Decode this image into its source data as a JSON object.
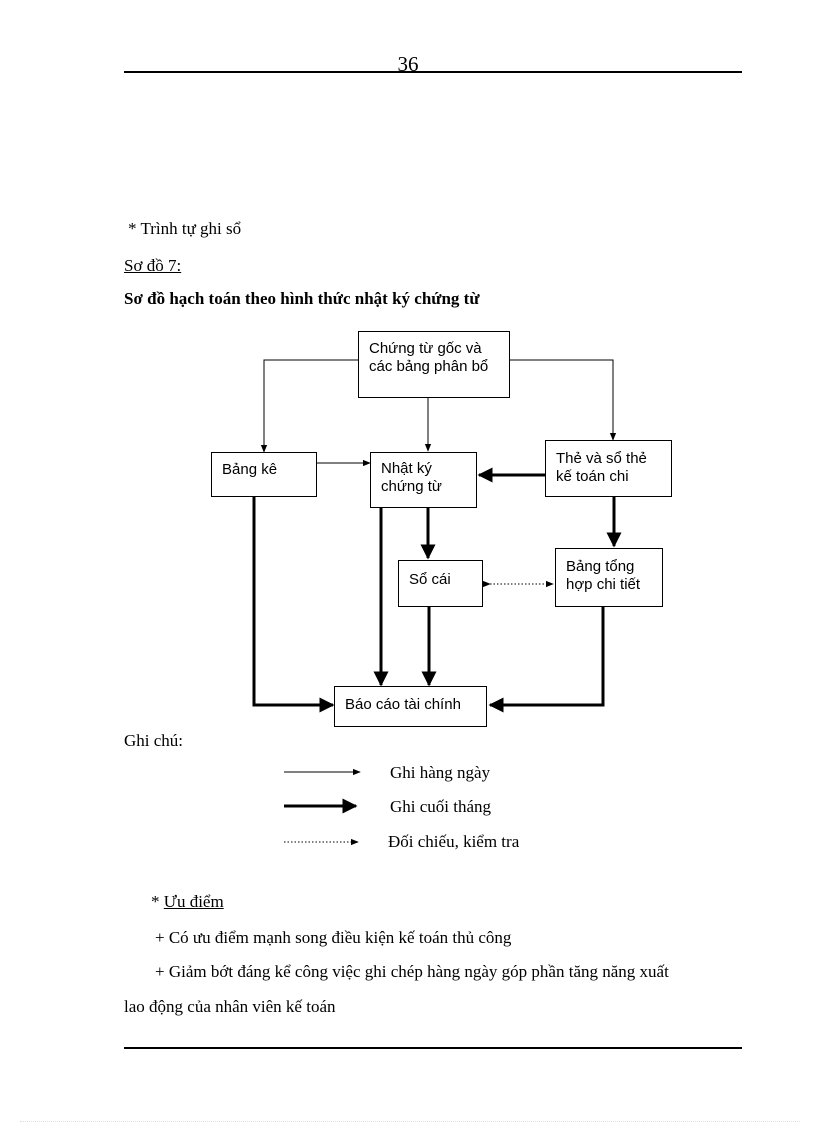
{
  "header": {
    "page_number": "36"
  },
  "intro": {
    "line1": "* Trình tự ghi sổ",
    "line2": "Sơ đồ 7:",
    "title": "Sơ đồ hạch toán theo hình thức nhật ký chứng từ"
  },
  "diagram": {
    "boxes": {
      "chung_tu_goc": [
        "Chứng từ gốc và",
        "các bảng phân bổ"
      ],
      "bang_ke": [
        "Bảng kê"
      ],
      "nhat_ky": [
        "Nhật ký",
        "chứng từ"
      ],
      "the_so": [
        "Thẻ và sổ thẻ",
        "kế toán chi"
      ],
      "so_cai": [
        "Sổ cái"
      ],
      "bang_tong_hop": [
        "Bảng tổng",
        "hợp chi tiết"
      ],
      "bao_cao": [
        "Báo cáo tài chính"
      ]
    }
  },
  "legend": {
    "title": "Ghi chú:",
    "items": [
      {
        "style": "thin",
        "label": "Ghi hàng ngày"
      },
      {
        "style": "thick",
        "label": "Ghi cuối tháng"
      },
      {
        "style": "dotted",
        "label": "Đối chiếu, kiểm tra"
      }
    ]
  },
  "body": {
    "heading_prefix": "* ",
    "heading": "Ưu điểm",
    "p1": "+ Có ưu điểm mạnh song điều kiện kế toán thủ công",
    "p2a": "+ Giảm bớt đáng kể công việc ghi chép hàng ngày góp phần tăng năng xuất",
    "p2b": "lao động của nhân viên kế toán"
  }
}
